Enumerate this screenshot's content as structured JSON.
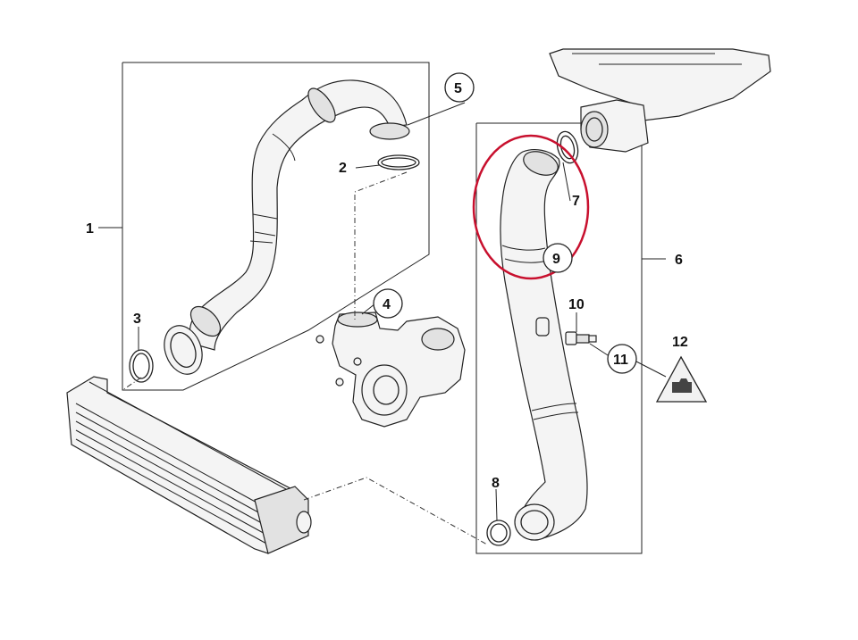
{
  "callouts": {
    "c1": "1",
    "c2": "2",
    "c3": "3",
    "c4": "4",
    "c5": "5",
    "c6": "6",
    "c7": "7",
    "c8": "8",
    "c9": "9",
    "c10": "10",
    "c11": "11",
    "c12": "12"
  },
  "highlight_color": "#c8102e"
}
